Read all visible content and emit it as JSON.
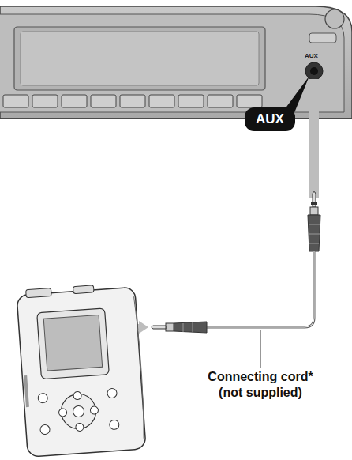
{
  "diagram": {
    "nodes": [
      {
        "text": [
          "AUX"
        ]
      }
    ],
    "labels": [
      "AUX",
      "Connecting cord*",
      "(not supplied)"
    ]
  }
}
